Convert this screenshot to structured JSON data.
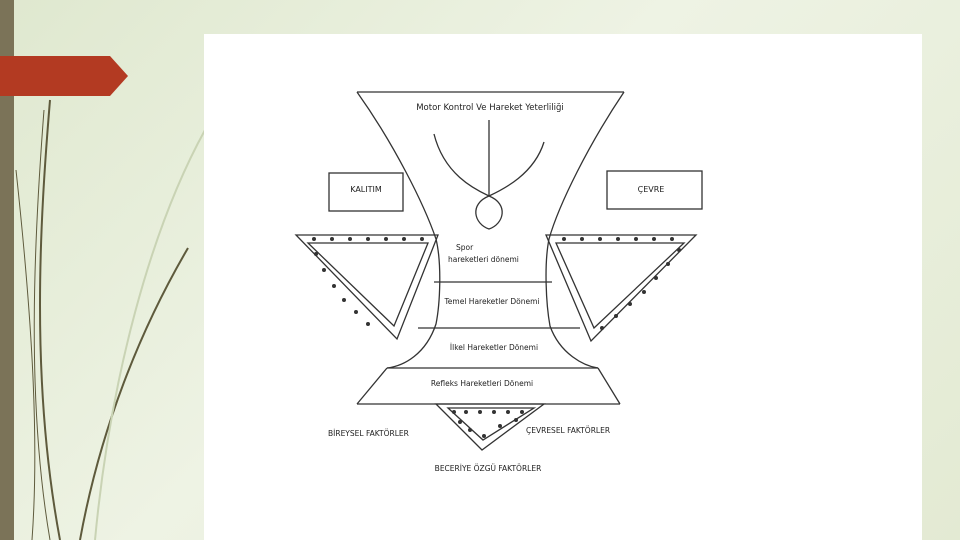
{
  "diagram": {
    "top_title": "Motor Kontrol Ve Hareket Yeterliliği",
    "heredity": "KALITIM",
    "environment": "ÇEVRE",
    "sport_line1": "Spor",
    "sport_line2": "hareketleri dönemi",
    "basic": "Temel Hareketler Dönemi",
    "primitive": "İlkel Hareketler Dönemi",
    "reflex": "Refleks Hareketleri Dönemi",
    "individual": "BİREYSEL FAKTÖRLER",
    "environmental": "ÇEVRESEL FAKTÖRLER",
    "skill_specific": "BECERİYE ÖZGÜ FAKTÖRLER"
  },
  "colors": {
    "accent": "#b33a22",
    "left_bar": "#7b7358",
    "deco_line": "#5e5a3c"
  }
}
